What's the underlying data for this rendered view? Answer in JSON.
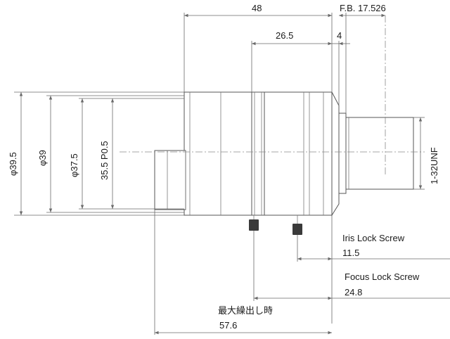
{
  "dimensions": {
    "overall_length": "48",
    "flange_back": "F.B.  17.526",
    "front_section": "26.5",
    "rear_section": "4",
    "diameter_outer": "φ39.5",
    "diameter_mid": "φ39",
    "diameter_inner": "φ37.5",
    "filter_thread": "35.5 P0.5",
    "mount_thread": "1-32UNF",
    "max_extension_label": "最大繰出し時",
    "max_extension_value": "57.6"
  },
  "callouts": {
    "iris_lock_label": "Iris Lock Screw",
    "iris_lock_value": "11.5",
    "focus_lock_label": "Focus Lock Screw",
    "focus_lock_value": "24.8"
  }
}
